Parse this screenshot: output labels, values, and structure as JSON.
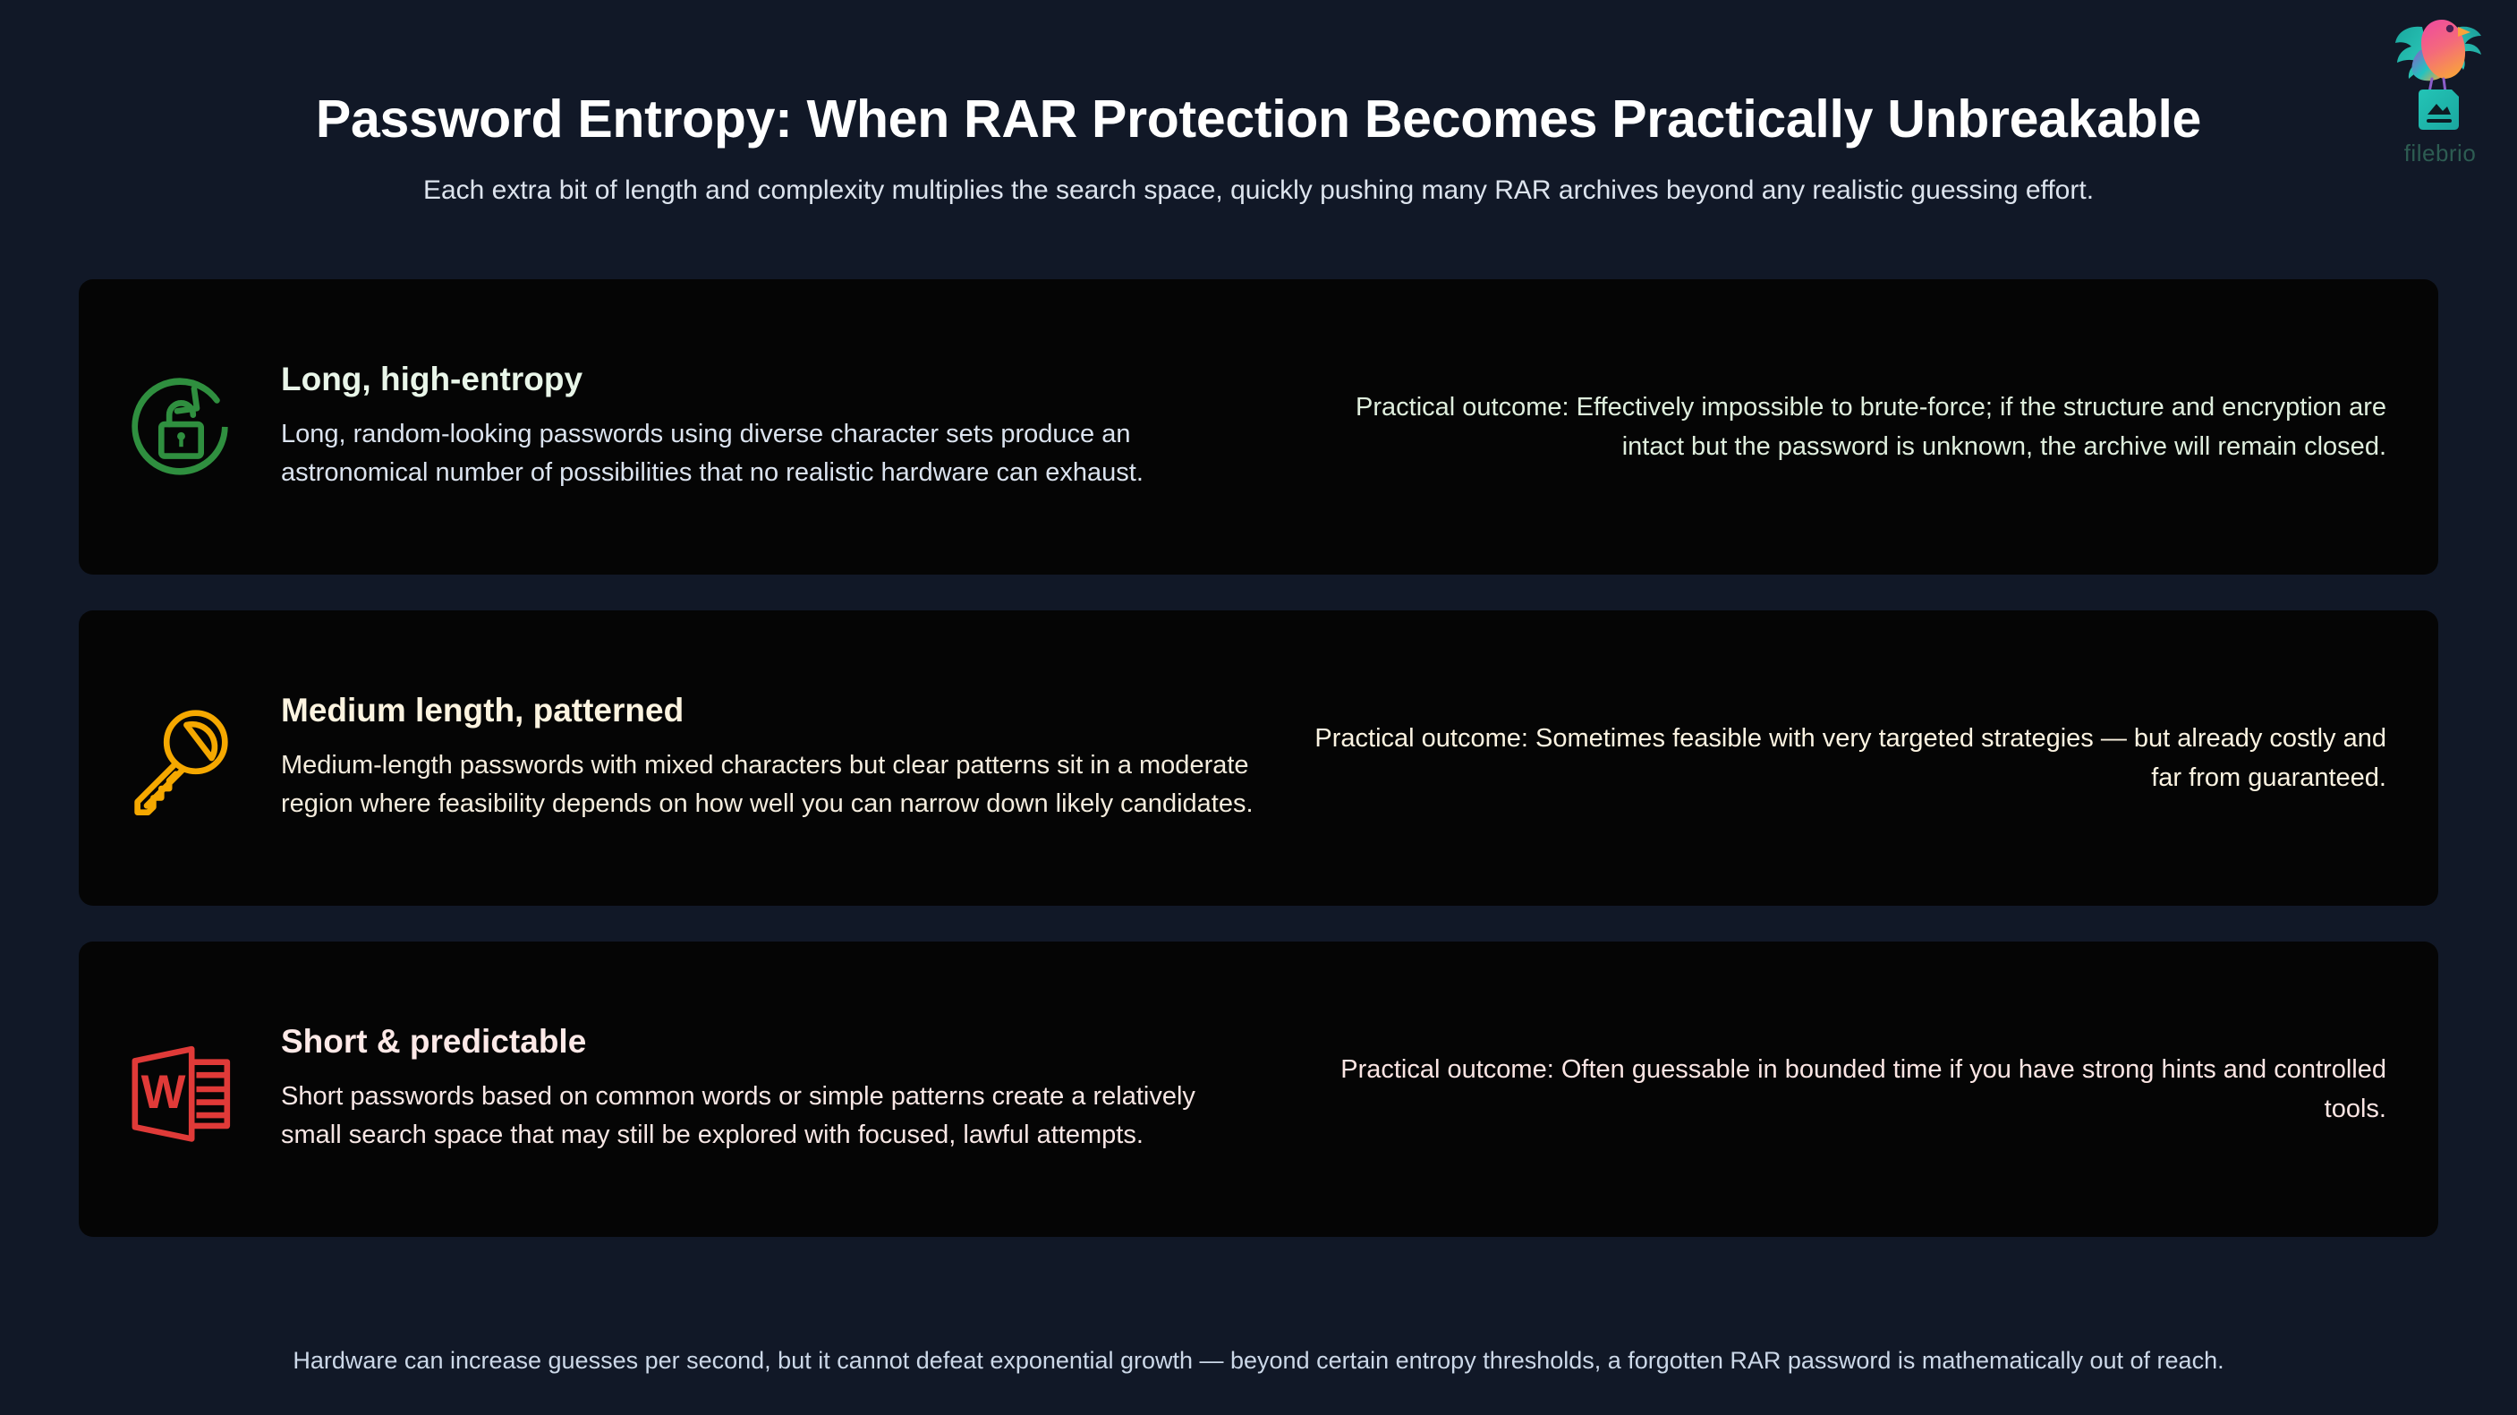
{
  "header": {
    "title": "Password Entropy: When RAR Protection Becomes Practically Unbreakable",
    "subtitle": "Each extra bit of length and complexity multiplies the search space, quickly pushing many RAR archives beyond any realistic guessing effort."
  },
  "brand": {
    "name": "filebrio",
    "logo_icon": "bird-on-file-logo",
    "colors": {
      "wing_teal": "#17a2a0",
      "body_pink": "#ef4e9b",
      "body_orange": "#f9a23b",
      "file_teal": "#21bdb0",
      "wordmark": "#2d5c52"
    }
  },
  "cards": [
    {
      "icon": "unlock-refresh-icon",
      "accent": "#2f8f3f",
      "heading": "Long, high-entropy",
      "body": "Long, random-looking passwords using diverse character sets produce an astronomical number of possibilities that no realistic hardware can exhaust.",
      "outcome": "Practical outcome: Effectively impossible to brute-force; if the structure and encryption are intact but the password is unknown, the archive will remain closed."
    },
    {
      "icon": "key-icon",
      "accent": "#f5a800",
      "heading": "Medium length, patterned",
      "body": "Medium-length passwords with mixed characters but clear patterns sit in a moderate region where feasibility depends on how well you can narrow down likely candidates.",
      "outcome": "Practical outcome: Sometimes feasible with very targeted strategies — but already costly and far from guaranteed."
    },
    {
      "icon": "word-document-icon",
      "accent": "#e03a38",
      "heading": "Short & predictable",
      "body": "Short passwords based on common words or simple patterns create a relatively small search space that may still be explored with focused, lawful attempts.",
      "outcome": "Practical outcome: Often guessable in bounded time if you have strong hints and controlled tools."
    }
  ],
  "footer": {
    "text": "Hardware can increase guesses per second, but it cannot defeat exponential growth — beyond certain entropy thresholds, a forgotten RAR password is mathematically out of reach."
  },
  "theme": {
    "background": "#111827",
    "card_background": "#050505",
    "title_color": "#ffffff",
    "subtitle_color": "#dde4ee",
    "footer_color": "#ccd8e8"
  }
}
